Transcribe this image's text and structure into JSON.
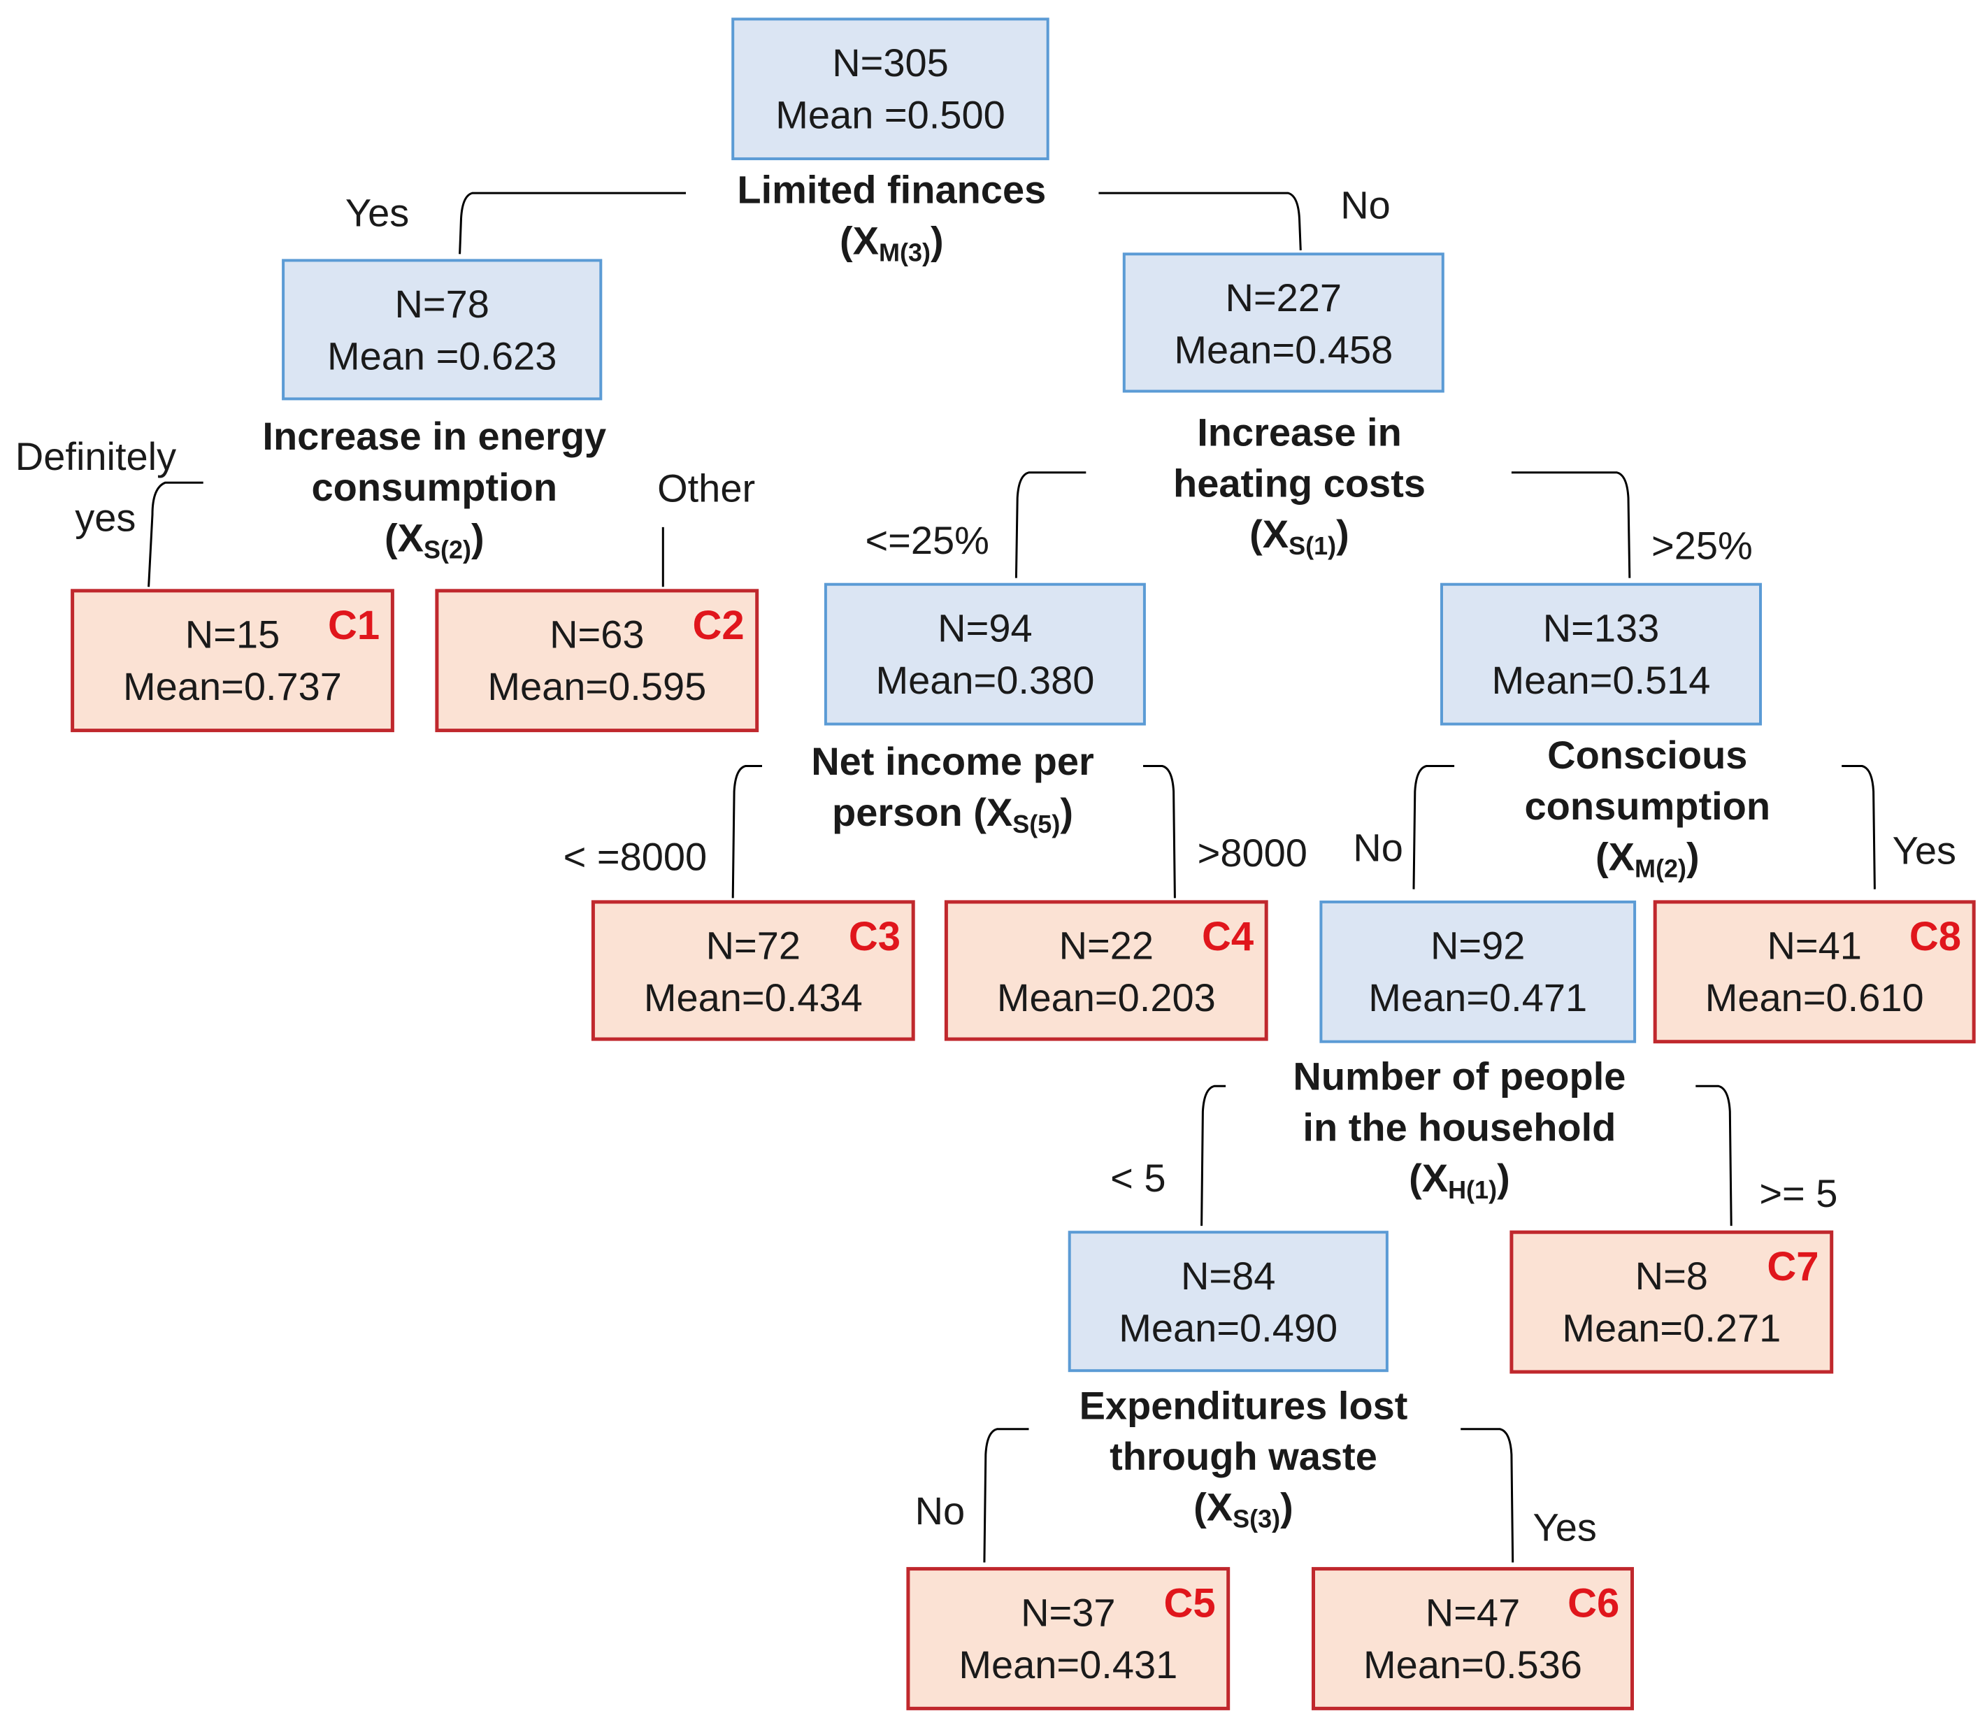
{
  "colors": {
    "internal_fill": "#dbe5f3",
    "internal_stroke": "#5b9bd5",
    "leaf_fill": "#fbe2d4",
    "leaf_stroke": "#c0282d",
    "cluster_label": "#e0161c"
  },
  "nodes": [
    {
      "id": "root",
      "kind": "internal",
      "n": "N=305",
      "mean": "Mean =0.500"
    },
    {
      "id": "l",
      "kind": "internal",
      "n": "N=78",
      "mean": "Mean =0.623"
    },
    {
      "id": "r",
      "kind": "internal",
      "n": "N=227",
      "mean": "Mean=0.458"
    },
    {
      "id": "c1",
      "kind": "leaf",
      "n": "N=15",
      "mean": "Mean=0.737",
      "cluster": "C1"
    },
    {
      "id": "c2",
      "kind": "leaf",
      "n": "N=63",
      "mean": "Mean=0.595",
      "cluster": "C2"
    },
    {
      "id": "rl",
      "kind": "internal",
      "n": "N=94",
      "mean": "Mean=0.380"
    },
    {
      "id": "rr",
      "kind": "internal",
      "n": "N=133",
      "mean": "Mean=0.514"
    },
    {
      "id": "c3",
      "kind": "leaf",
      "n": "N=72",
      "mean": "Mean=0.434",
      "cluster": "C3"
    },
    {
      "id": "c4",
      "kind": "leaf",
      "n": "N=22",
      "mean": "Mean=0.203",
      "cluster": "C4"
    },
    {
      "id": "rrl",
      "kind": "internal",
      "n": "N=92",
      "mean": "Mean=0.471"
    },
    {
      "id": "c8",
      "kind": "leaf",
      "n": "N=41",
      "mean": "Mean=0.610",
      "cluster": "C8"
    },
    {
      "id": "rrll",
      "kind": "internal",
      "n": "N=84",
      "mean": "Mean=0.490"
    },
    {
      "id": "c7",
      "kind": "leaf",
      "n": "N=8",
      "mean": "Mean=0.271",
      "cluster": "C7"
    },
    {
      "id": "c5",
      "kind": "leaf",
      "n": "N=37",
      "mean": "Mean=0.431",
      "cluster": "C5"
    },
    {
      "id": "c6",
      "kind": "leaf",
      "n": "N=47",
      "mean": "Mean=0.536",
      "cluster": "C6"
    }
  ],
  "splits": [
    {
      "id": "s_root",
      "lines": [
        "Limited finances"
      ],
      "var": {
        "main": "X",
        "sub": "M(3)"
      },
      "left_label": [
        "Yes"
      ],
      "right_label": [
        "No"
      ]
    },
    {
      "id": "s_l",
      "lines": [
        "Increase in energy",
        "consumption"
      ],
      "var": {
        "main": "X",
        "sub": "S(2)"
      },
      "left_label": [
        "Definitely",
        "yes"
      ],
      "right_label": [
        "Other"
      ]
    },
    {
      "id": "s_r",
      "lines": [
        "Increase in",
        "heating costs"
      ],
      "var": {
        "main": "X",
        "sub": "S(1)"
      },
      "left_label": [
        "<=25%"
      ],
      "right_label": [
        ">25%"
      ]
    },
    {
      "id": "s_rl",
      "lines": [
        "Net income per",
        "person"
      ],
      "var": {
        "main": "X",
        "sub": "S(5)"
      },
      "left_label": [
        "< =8000"
      ],
      "right_label": [
        ">8000"
      ]
    },
    {
      "id": "s_rr",
      "lines": [
        "Conscious",
        "consumption"
      ],
      "var": {
        "main": "X",
        "sub": "M(2)"
      },
      "left_label": [
        "No"
      ],
      "right_label": [
        "Yes"
      ]
    },
    {
      "id": "s_rrl",
      "lines": [
        "Number of people",
        "in the household"
      ],
      "var": {
        "main": "X",
        "sub": "H(1)"
      },
      "left_label": [
        "< 5"
      ],
      "right_label": [
        ">= 5"
      ]
    },
    {
      "id": "s_rrll",
      "lines": [
        "Expenditures lost",
        "through waste"
      ],
      "var": {
        "main": "X",
        "sub": "S(3)"
      },
      "left_label": [
        "No"
      ],
      "right_label": [
        "Yes"
      ]
    }
  ]
}
